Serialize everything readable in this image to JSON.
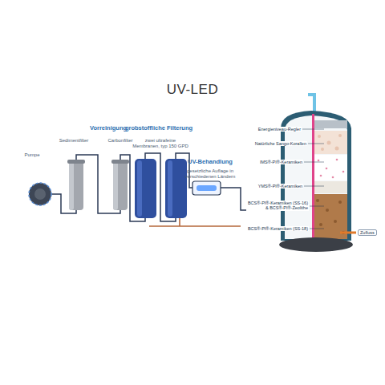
{
  "diagram": {
    "title": "UV-LED",
    "labels": [
      "Vorreinigung",
      "grobstoffliche Filterung",
      "Pumpe",
      "Sedimentfilter",
      "Carbonfilter",
      "zwei ultrafeine Membranen, typ 150 GPD",
      "UV-Behandlung",
      "gesetzliche Auflage in verschiedenen Ländern",
      "Energieniveau-Regler",
      "Natürliche Sango-Korallen",
      "IMS®-PI®-Keramiken",
      "YMS®-PI®-Keramiken",
      "BCS®-PI®-Keramiken (SS-16) & BCS®-PI®-Zeolithe",
      "BCS®-PI®-Keramiken (SS-18)",
      "Zufluss"
    ]
  }
}
